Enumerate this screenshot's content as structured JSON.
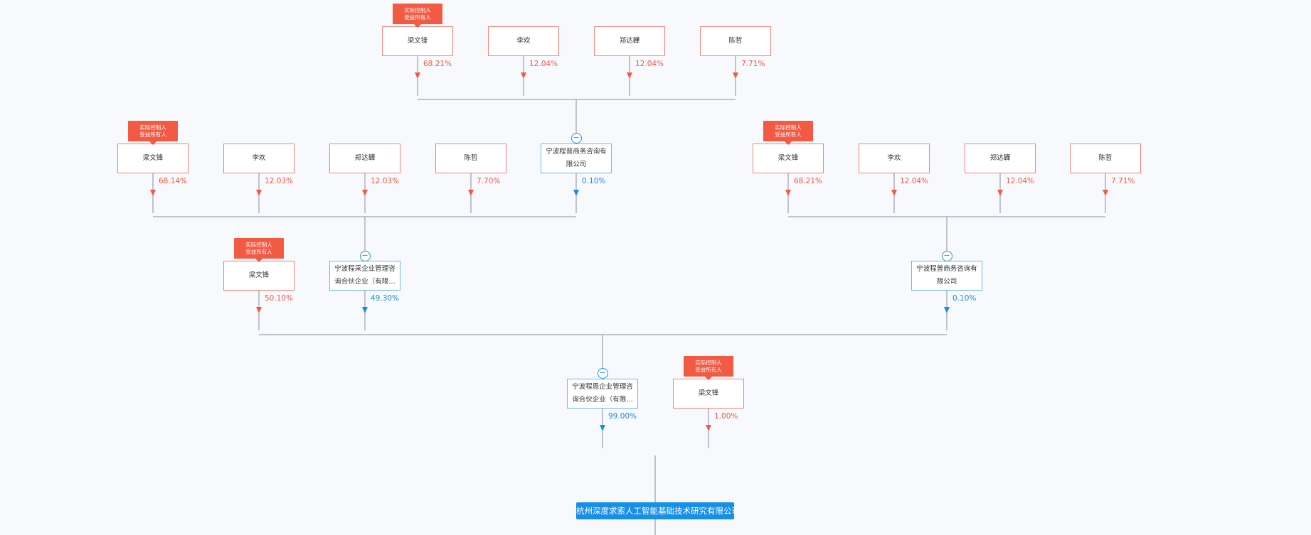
{
  "colors": {
    "person": "#f35a44",
    "company": "#1a8ae5",
    "line": "#8a8f99"
  },
  "root": {
    "label": "杭州深度求索人工智能基础技术研究有限公司"
  },
  "nodes": [
    {
      "id": "p1",
      "label": "梁文锋",
      "kind": "person",
      "tag": [
        "实际控制人",
        "受益所有人"
      ],
      "pct": "68.21%"
    },
    {
      "id": "p2",
      "label": "李欢",
      "kind": "person",
      "pct": "12.04%"
    },
    {
      "id": "p3",
      "label": "郑达韡",
      "kind": "person",
      "pct": "12.04%"
    },
    {
      "id": "p4",
      "label": "陈哲",
      "kind": "person",
      "pct": "7.71%"
    },
    {
      "id": "q1",
      "label": "梁文锋",
      "kind": "person",
      "tag": [
        "实际控制人",
        "受益所有人"
      ],
      "pct": "68.14%"
    },
    {
      "id": "q2",
      "label": "李欢",
      "kind": "person",
      "pct": "12.03%"
    },
    {
      "id": "q3",
      "label": "郑达韡",
      "kind": "person",
      "pct": "12.03%"
    },
    {
      "id": "q4",
      "label": "陈哲",
      "kind": "person",
      "pct": "7.70%"
    },
    {
      "id": "c1",
      "label": "宁波程普商务咨询有限公司",
      "kind": "company",
      "pct": "0.10%"
    },
    {
      "id": "r1",
      "label": "梁文锋",
      "kind": "person",
      "tag": [
        "实际控制人",
        "受益所有人"
      ],
      "pct": "68.21%"
    },
    {
      "id": "r2",
      "label": "李欢",
      "kind": "person",
      "pct": "12.04%"
    },
    {
      "id": "r3",
      "label": "郑达韡",
      "kind": "person",
      "pct": "12.04%"
    },
    {
      "id": "r4",
      "label": "陈哲",
      "kind": "person",
      "pct": "7.71%"
    },
    {
      "id": "s1",
      "label": "梁文锋",
      "kind": "person",
      "tag": [
        "实际控制人",
        "受益所有人"
      ],
      "pct": "50.10%"
    },
    {
      "id": "c2",
      "label": "宁波程采企业管理咨询合伙企业（有限合伙）",
      "kind": "company",
      "pct": "49.30%"
    },
    {
      "id": "c3",
      "label": "宁波程普商务咨询有限公司",
      "kind": "company",
      "pct": "0.10%"
    },
    {
      "id": "c4",
      "label": "宁波程恩企业管理咨询合伙企业（有限合伙）",
      "kind": "company",
      "pct": "99.00%"
    },
    {
      "id": "t1",
      "label": "梁文锋",
      "kind": "person",
      "tag": [
        "实际控制人",
        "受益所有人"
      ],
      "pct": "1.00%"
    }
  ]
}
